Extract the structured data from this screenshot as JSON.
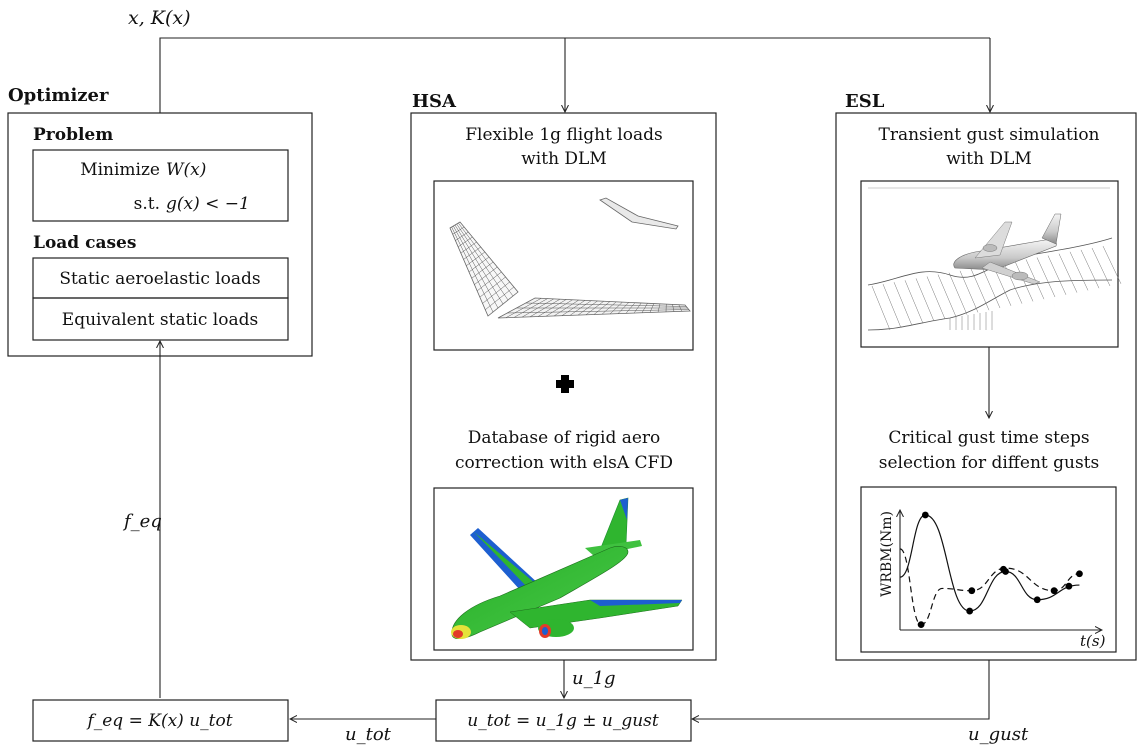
{
  "top_signal": "x, K(x)",
  "optimizer": {
    "title": "Optimizer",
    "problem_title": "Problem",
    "minimize_label": "Minimize",
    "objective": "W(x)",
    "st_label": "s.t.",
    "constraint": "g(x) < −1",
    "load_cases_title": "Load cases",
    "static_loads": "Static aeroelastic loads",
    "equivalent_loads": "Equivalent static loads"
  },
  "hsa": {
    "title": "HSA",
    "flex_loads_line1": "Flexible 1g flight loads",
    "flex_loads_line2": "with DLM",
    "plus": "+",
    "database_line1": "Database of rigid aero",
    "database_line2": "correction with elsA CFD"
  },
  "esl": {
    "title": "ESL",
    "gust_sim_line1": "Transient gust simulation",
    "gust_sim_line2": "with DLM",
    "critical_line1": "Critical gust time steps",
    "critical_line2": "selection for diffent gusts"
  },
  "signals": {
    "f_eq": "f_eq",
    "u_1g": "u_1g",
    "u_tot": "u_tot",
    "u_gust": "u_gust"
  },
  "equations": {
    "feq_eq": "f_eq = K(x) u_tot",
    "utot_eq": "u_tot = u_1g ± u_gust"
  },
  "chart_data": {
    "type": "line",
    "xlabel": "t(s)",
    "ylabel": "WRBM(Nm)",
    "series": [
      {
        "style": "solid",
        "values": [
          [
            0.0,
            0.45
          ],
          [
            0.12,
            1.0
          ],
          [
            0.33,
            0.15
          ],
          [
            0.5,
            0.5
          ],
          [
            0.65,
            0.25
          ],
          [
            0.85,
            0.38
          ]
        ]
      },
      {
        "style": "dashed",
        "values": [
          [
            0.0,
            0.7
          ],
          [
            0.1,
            0.03
          ],
          [
            0.2,
            0.35
          ],
          [
            0.34,
            0.33
          ],
          [
            0.5,
            0.53
          ],
          [
            0.73,
            0.33
          ],
          [
            0.85,
            0.48
          ]
        ]
      }
    ],
    "markers": [
      [
        0.12,
        1.0
      ],
      [
        0.33,
        0.15
      ],
      [
        0.5,
        0.5
      ],
      [
        0.65,
        0.25
      ],
      [
        0.1,
        0.03
      ],
      [
        0.34,
        0.33
      ],
      [
        0.49,
        0.52
      ],
      [
        0.73,
        0.33
      ],
      [
        0.8,
        0.37
      ],
      [
        0.85,
        0.48
      ]
    ]
  },
  "colors": {
    "cfd_green": "#2fb52f",
    "cfd_blue": "#1d5fd0",
    "cfd_red": "#e23b2a",
    "cfd_yellow": "#e5e23a"
  }
}
